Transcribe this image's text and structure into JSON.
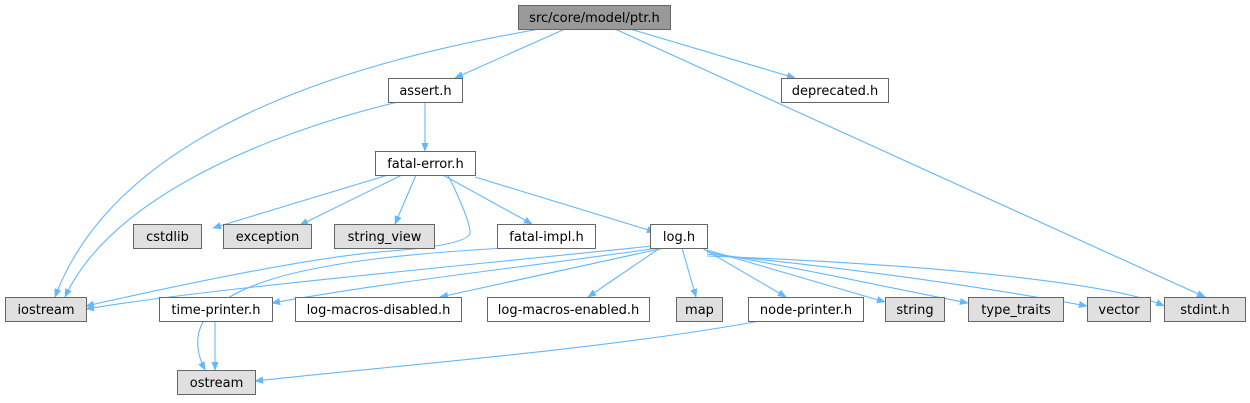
{
  "diagram": {
    "colors": {
      "edge": "#63b8ff",
      "root_fill": "#999999",
      "node_fill": "#ffffff",
      "system_fill": "#e0e0e0",
      "border": "#666666"
    },
    "nodes": {
      "ptr": {
        "label": "src/core/model/ptr.h",
        "kind": "root"
      },
      "assert": {
        "label": "assert.h",
        "kind": "file"
      },
      "deprecated": {
        "label": "deprecated.h",
        "kind": "file"
      },
      "fatal_error": {
        "label": "fatal-error.h",
        "kind": "file"
      },
      "cstdlib": {
        "label": "cstdlib",
        "kind": "system"
      },
      "exception": {
        "label": "exception",
        "kind": "system"
      },
      "string_view": {
        "label": "string_view",
        "kind": "system"
      },
      "fatal_impl": {
        "label": "fatal-impl.h",
        "kind": "file"
      },
      "log": {
        "label": "log.h",
        "kind": "file"
      },
      "iostream": {
        "label": "iostream",
        "kind": "system"
      },
      "time_printer": {
        "label": "time-printer.h",
        "kind": "file"
      },
      "log_macros_disabled": {
        "label": "log-macros-disabled.h",
        "kind": "file"
      },
      "log_macros_enabled": {
        "label": "log-macros-enabled.h",
        "kind": "file"
      },
      "map": {
        "label": "map",
        "kind": "system"
      },
      "node_printer": {
        "label": "node-printer.h",
        "kind": "file"
      },
      "string": {
        "label": "string",
        "kind": "system"
      },
      "type_traits": {
        "label": "type_traits",
        "kind": "system"
      },
      "vector": {
        "label": "vector",
        "kind": "system"
      },
      "stdint": {
        "label": "stdint.h",
        "kind": "system"
      },
      "ostream": {
        "label": "ostream",
        "kind": "system"
      }
    },
    "edges": [
      {
        "from": "ptr",
        "to": "iostream"
      },
      {
        "from": "ptr",
        "to": "assert"
      },
      {
        "from": "ptr",
        "to": "deprecated"
      },
      {
        "from": "ptr",
        "to": "stdint"
      },
      {
        "from": "assert",
        "to": "iostream"
      },
      {
        "from": "assert",
        "to": "fatal_error"
      },
      {
        "from": "fatal_error",
        "to": "cstdlib"
      },
      {
        "from": "fatal_error",
        "to": "exception"
      },
      {
        "from": "fatal_error",
        "to": "string_view"
      },
      {
        "from": "fatal_error",
        "to": "fatal_impl"
      },
      {
        "from": "fatal_error",
        "to": "log"
      },
      {
        "from": "fatal_error",
        "to": "iostream"
      },
      {
        "from": "fatal_impl",
        "to": "ostream"
      },
      {
        "from": "log",
        "to": "iostream"
      },
      {
        "from": "log",
        "to": "time_printer"
      },
      {
        "from": "log",
        "to": "log_macros_disabled"
      },
      {
        "from": "log",
        "to": "log_macros_enabled"
      },
      {
        "from": "log",
        "to": "map"
      },
      {
        "from": "log",
        "to": "node_printer"
      },
      {
        "from": "log",
        "to": "string"
      },
      {
        "from": "log",
        "to": "type_traits"
      },
      {
        "from": "log",
        "to": "vector"
      },
      {
        "from": "log",
        "to": "stdint"
      },
      {
        "from": "time_printer",
        "to": "ostream"
      },
      {
        "from": "node_printer",
        "to": "ostream"
      }
    ]
  }
}
